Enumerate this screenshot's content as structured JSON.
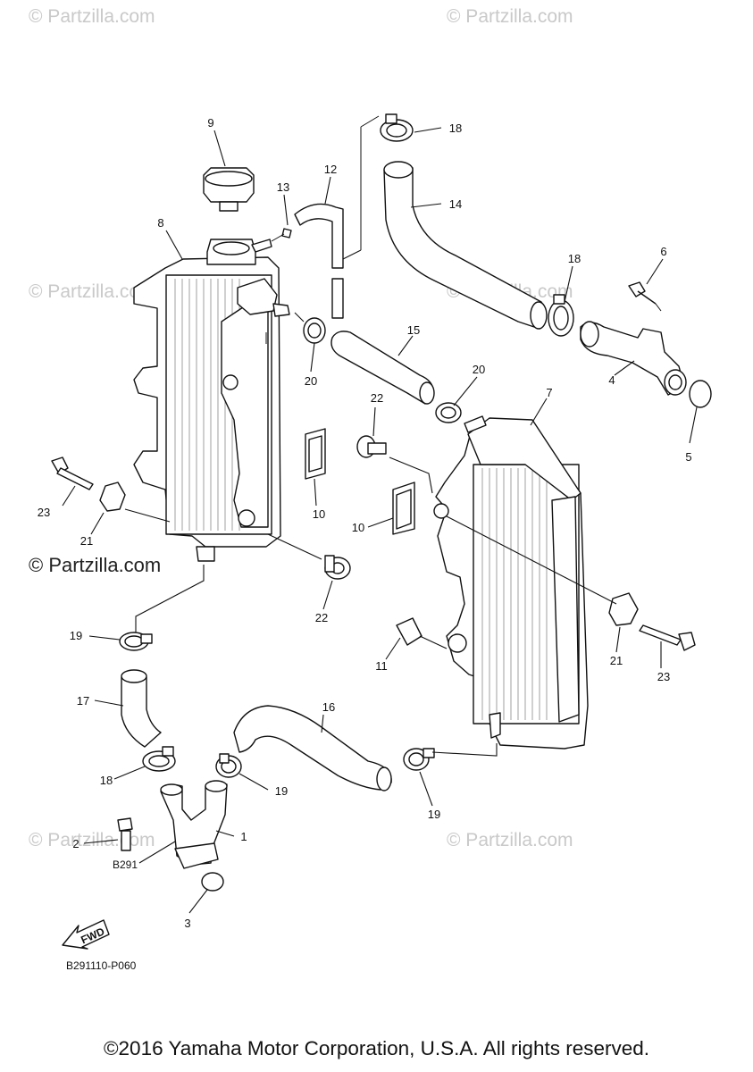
{
  "watermark": "© Partzilla.com",
  "watermark_main": "© Partzilla.com",
  "diagram_code": "B291110-P060",
  "fwd_label": "FWD",
  "bolt_code": "B291",
  "copyright": "©2016 Yamaha Motor Corporation, U.S.A. All rights reserved.",
  "callouts": {
    "c1": "1",
    "c2": "2",
    "c3": "3",
    "c4": "4",
    "c5": "5",
    "c6": "6",
    "c7": "7",
    "c8": "8",
    "c9": "9",
    "c10a": "10",
    "c10b": "10",
    "c11": "11",
    "c12": "12",
    "c13": "13",
    "c14": "14",
    "c15": "15",
    "c16": "16",
    "c17": "17",
    "c18a": "18",
    "c18b": "18",
    "c18c": "18",
    "c19a": "19",
    "c19b": "19",
    "c19c": "19",
    "c20a": "20",
    "c20b": "20",
    "c21a": "21",
    "c21b": "21",
    "c22a": "22",
    "c22b": "22",
    "c23a": "23",
    "c23b": "23"
  }
}
